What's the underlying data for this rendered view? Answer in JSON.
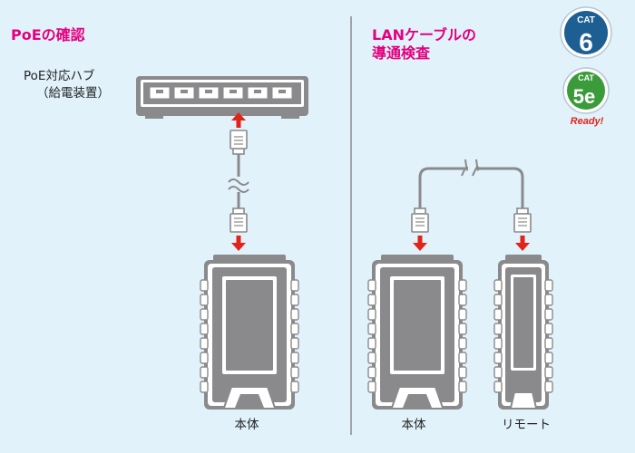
{
  "left": {
    "title": "PoEの確認",
    "hub_label_line1": "PoE対応ハブ",
    "hub_label_line2": "（給電装置）",
    "main_unit_label": "本体"
  },
  "right": {
    "title_line1": "LANケーブルの",
    "title_line2": "導通検査",
    "main_unit_label": "本体",
    "remote_unit_label": "リモート"
  },
  "badges": {
    "cat6": {
      "top": "CAT",
      "num": "6",
      "color": "#1d5f93"
    },
    "cat5e": {
      "top": "CAT",
      "num": "5e",
      "bottom": "Ready!",
      "color": "#3b9b3a"
    }
  },
  "colors": {
    "accent": "#e4007f",
    "arrow": "#e2231a",
    "device": "#8a8a8c",
    "background": "#e1f2fb"
  }
}
